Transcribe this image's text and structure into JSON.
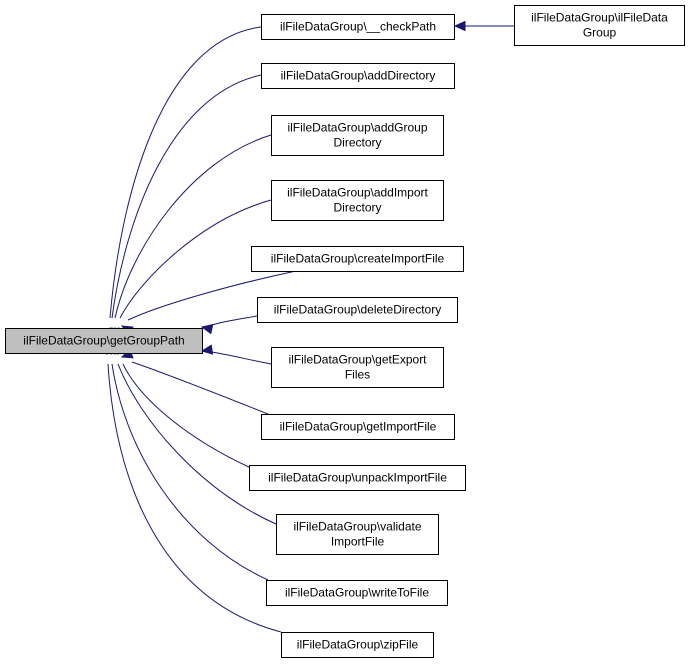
{
  "graph": {
    "root": {
      "id": "getGroupPath",
      "lines": [
        "ilFileDataGroup\\getGroupPath"
      ]
    },
    "callers": [
      {
        "id": "checkPath",
        "lines": [
          "ilFileDataGroup\\__checkPath"
        ]
      },
      {
        "id": "addDirectory",
        "lines": [
          "ilFileDataGroup\\addDirectory"
        ]
      },
      {
        "id": "addGroupDirectory",
        "lines": [
          "ilFileDataGroup\\addGroup",
          "Directory"
        ]
      },
      {
        "id": "addImportDirectory",
        "lines": [
          "ilFileDataGroup\\addImport",
          "Directory"
        ]
      },
      {
        "id": "createImportFile",
        "lines": [
          "ilFileDataGroup\\createImportFile"
        ]
      },
      {
        "id": "deleteDirectory",
        "lines": [
          "ilFileDataGroup\\deleteDirectory"
        ]
      },
      {
        "id": "getExportFiles",
        "lines": [
          "ilFileDataGroup\\getExport",
          "Files"
        ]
      },
      {
        "id": "getImportFile",
        "lines": [
          "ilFileDataGroup\\getImportFile"
        ]
      },
      {
        "id": "unpackImportFile",
        "lines": [
          "ilFileDataGroup\\unpackImportFile"
        ]
      },
      {
        "id": "validateImportFile",
        "lines": [
          "ilFileDataGroup\\validate",
          "ImportFile"
        ]
      },
      {
        "id": "writeToFile",
        "lines": [
          "ilFileDataGroup\\writeToFile"
        ]
      },
      {
        "id": "zipFile",
        "lines": [
          "ilFileDataGroup\\zipFile"
        ]
      }
    ],
    "second_level": [
      {
        "id": "constructor",
        "calls": "checkPath",
        "lines": [
          "ilFileDataGroup\\ilFileData",
          "Group"
        ]
      }
    ],
    "edge_color": "#191970",
    "root_fill": "#bfbfbf"
  }
}
